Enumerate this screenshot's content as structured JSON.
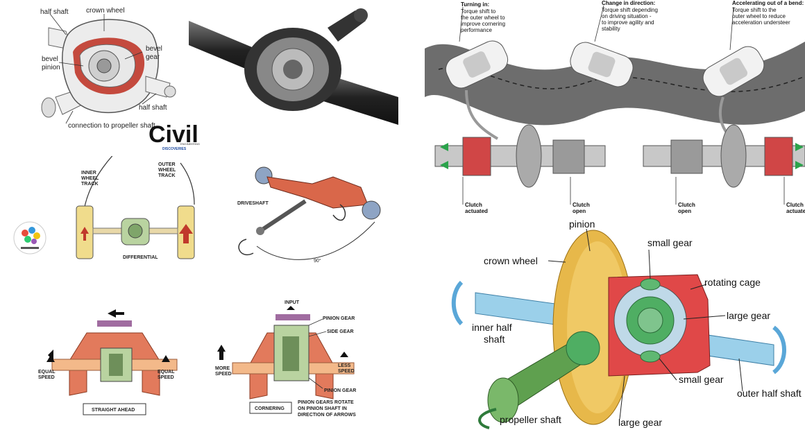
{
  "panel1": {
    "labels": {
      "half_shaft_left": "half shaft",
      "crown_wheel": "crown wheel",
      "bevel_pinion_1": "bevel",
      "bevel_pinion_2": "pinion",
      "bevel_gear_1": "bevel",
      "bevel_gear_2": "gear",
      "half_shaft_right": "half shaft",
      "connection": "connection to propeller shaft"
    }
  },
  "logo": {
    "text": "Civil",
    "sub1": "ENGINEERING",
    "sub2": "DISCOVERIES"
  },
  "panel3": {
    "inner_track_1": "INNER",
    "inner_track_2": "WHEEL",
    "inner_track_3": "TRACK",
    "outer_track_1": "OUTER",
    "outer_track_2": "WHEEL",
    "outer_track_3": "TRACK",
    "differential": "DIFFERENTIAL"
  },
  "panel4": {
    "driveshaft": "DRIVESHAFT",
    "angle": "90°"
  },
  "panel5": {
    "equal_left_1": "EQUAL",
    "equal_left_2": "SPEED",
    "equal_right_1": "EQUAL",
    "equal_right_2": "SPEED",
    "straight_ahead": "STRAIGHT AHEAD"
  },
  "panel6": {
    "input": "INPUT",
    "pinion_gear_top": "PINION GEAR",
    "side_gear": "SIDE GEAR",
    "more_1": "MORE",
    "more_2": "SPEED",
    "less_1": "LESS",
    "less_2": "SPEED",
    "pinion_gear_bottom": "PINION GEAR",
    "cornering": "CORNERING",
    "caption_1": "PINION GEARS ROTATE",
    "caption_2": "ON PINION SHAFT IN",
    "caption_3": "DIRECTION OF ARROWS"
  },
  "panel7": {
    "turning_title": "Turning in:",
    "turning_1": "Torque shift to",
    "turning_2": "the outer wheel to",
    "turning_3": "improve cornering",
    "turning_4": "performance",
    "change_title": "Change in direction:",
    "change_1": "Torque shift depending",
    "change_2": "on driving situation -",
    "change_3": "to improve agility and",
    "change_4": "stability",
    "accel_title": "Accelerating out of a bend:",
    "accel_1": "Torque shift to the",
    "accel_2": "outer wheel to reduce",
    "accel_3": "acceleration understeer",
    "clutch_a1": "Clutch",
    "clutch_a2": "actuated",
    "clutch_b1": "Clutch",
    "clutch_b2": "open",
    "clutch_c1": "Clutch",
    "clutch_c2": "open",
    "clutch_d1": "Clutch",
    "clutch_d2": "actuated"
  },
  "panel8": {
    "pinion": "pinion",
    "crown_wheel": "crown wheel",
    "small_gear_top": "small gear",
    "rotating_cage": "rotating cage",
    "large_gear_right": "large gear",
    "inner_half_1": "inner half",
    "inner_half_2": "shaft",
    "small_gear_bottom": "small gear",
    "outer_half": "outer  half shaft",
    "propeller": "propeller shaft",
    "large_gear_bottom": "large gear"
  }
}
